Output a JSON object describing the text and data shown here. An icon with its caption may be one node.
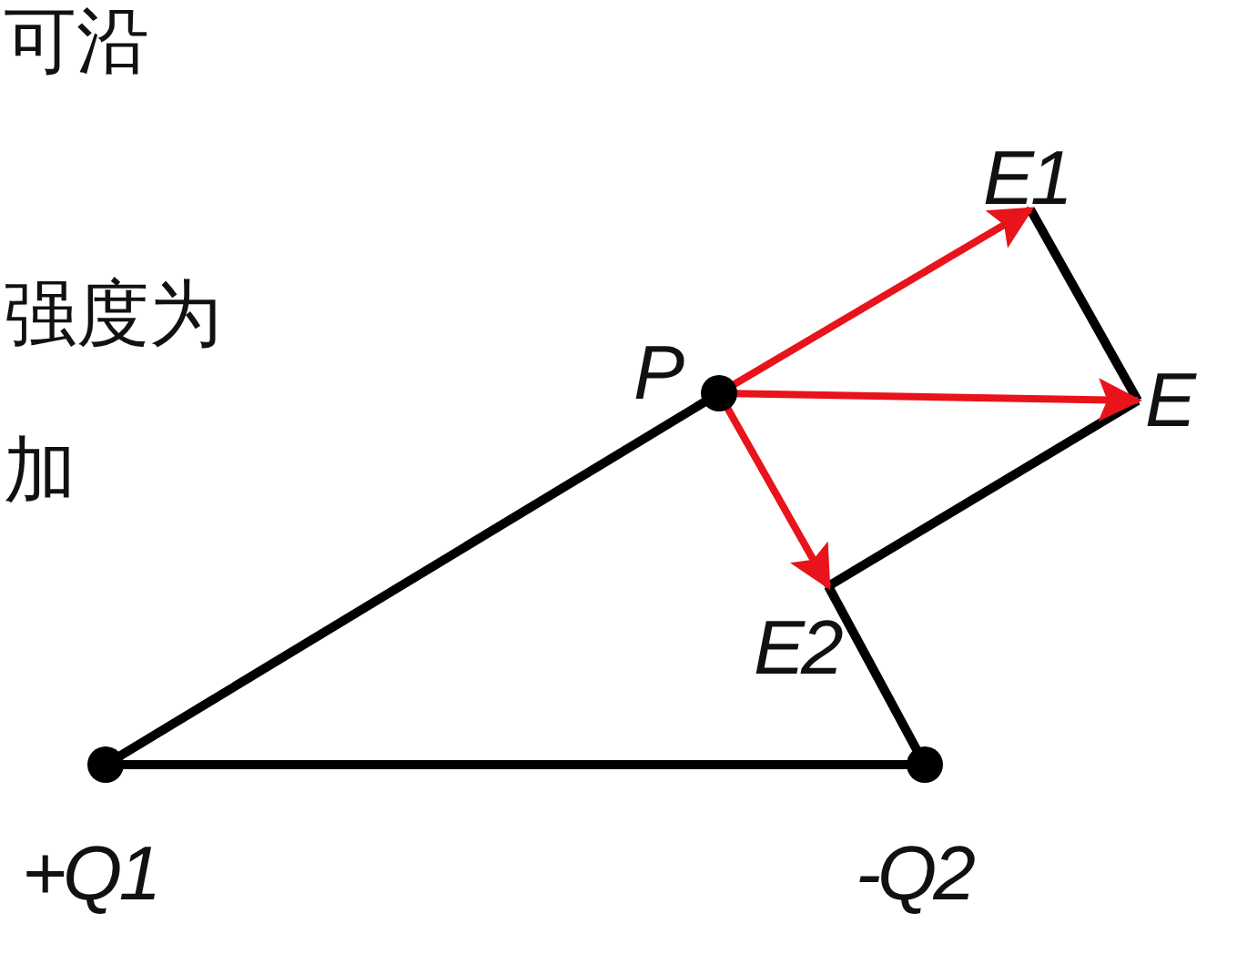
{
  "diagram": {
    "nodes": [
      {
        "text": [
          "+Q1"
        ]
      },
      {
        "text": [
          "-Q2"
        ]
      },
      {
        "text": [
          "P"
        ]
      },
      {
        "text": [
          "E1"
        ]
      },
      {
        "text": [
          "E"
        ]
      },
      {
        "text": [
          "E2"
        ]
      }
    ],
    "edges": [
      {
        "from": 0,
        "to": 2,
        "arrow": "none"
      },
      {
        "from": 0,
        "to": 1,
        "arrow": "none"
      },
      {
        "from": 1,
        "to": 5,
        "arrow": "none"
      },
      {
        "from": 5,
        "to": 4,
        "arrow": "none"
      },
      {
        "from": 4,
        "to": 3,
        "arrow": "none"
      },
      {
        "from": 2,
        "to": 3,
        "arrow": "to",
        "color": "#e8131b"
      },
      {
        "from": 2,
        "to": 4,
        "arrow": "to",
        "color": "#e8131b"
      },
      {
        "from": 2,
        "to": 5,
        "arrow": "to",
        "color": "#e8131b"
      }
    ],
    "labels": [
      "可沿",
      "强度为",
      "加"
    ]
  }
}
